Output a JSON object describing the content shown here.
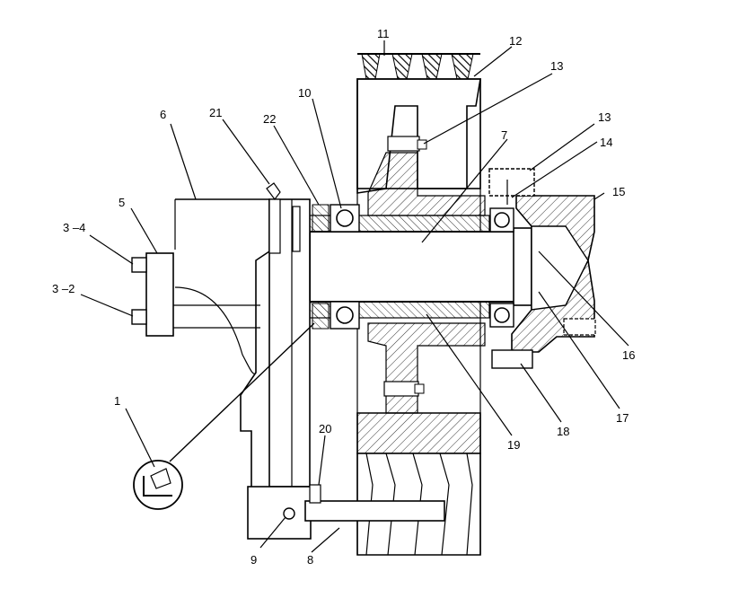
{
  "labels": {
    "l1": "1",
    "l3_2": "3 –2",
    "l3_4": "3 –4",
    "l5": "5",
    "l6": "6",
    "l7": "7",
    "l8": "8",
    "l9": "9",
    "l10": "10",
    "l11": "11",
    "l12": "12",
    "l13a": "13",
    "l13b": "13",
    "l14": "14",
    "l15": "15",
    "l16": "16",
    "l17": "17",
    "l18": "18",
    "l19": "19",
    "l20": "20",
    "l21": "21",
    "l22": "22"
  }
}
